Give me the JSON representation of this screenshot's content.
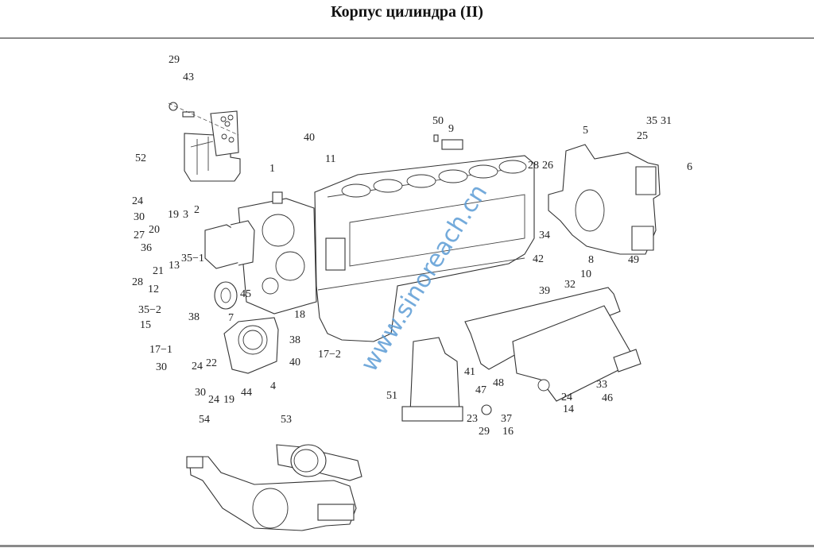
{
  "page": {
    "title": "Корпус цилиндра (II)",
    "watermark": "www.sinoreach.cn",
    "watermark_color": "#5b9bd5"
  },
  "diagram": {
    "callouts": {
      "c1": "1",
      "c2": "2",
      "c3": "3",
      "c4": "4",
      "c5": "5",
      "c6": "6",
      "c7": "7",
      "c8": "8",
      "c9": "9",
      "c10": "10",
      "c11": "11",
      "c12": "12",
      "c13": "13",
      "c14": "14",
      "c15": "15",
      "c16": "16",
      "c17_1": "17−1",
      "c17_2": "17−2",
      "c18": "18",
      "c19a": "19",
      "c19b": "19",
      "c20": "20",
      "c21": "21",
      "c22": "22",
      "c23": "23",
      "c24a": "24",
      "c24b": "24",
      "c24c": "24",
      "c24d": "24",
      "c25": "25",
      "c26": "26",
      "c27": "27",
      "c28a": "28",
      "c28b": "28",
      "c29a": "29",
      "c29b": "29",
      "c30a": "30",
      "c30b": "30",
      "c30c": "30",
      "c31": "31",
      "c32": "32",
      "c33": "33",
      "c34": "34",
      "c35_1": "35−1",
      "c35_2": "35−2",
      "c35": "35",
      "c36": "36",
      "c37": "37",
      "c38a": "38",
      "c38b": "38",
      "c39": "39",
      "c40a": "40",
      "c40b": "40",
      "c41": "41",
      "c42": "42",
      "c43": "43",
      "c44": "44",
      "c45": "45",
      "c46": "46",
      "c47": "47",
      "c48": "48",
      "c49": "49",
      "c50": "50",
      "c51": "51",
      "c52": "52",
      "c53": "53",
      "c54": "54"
    }
  }
}
